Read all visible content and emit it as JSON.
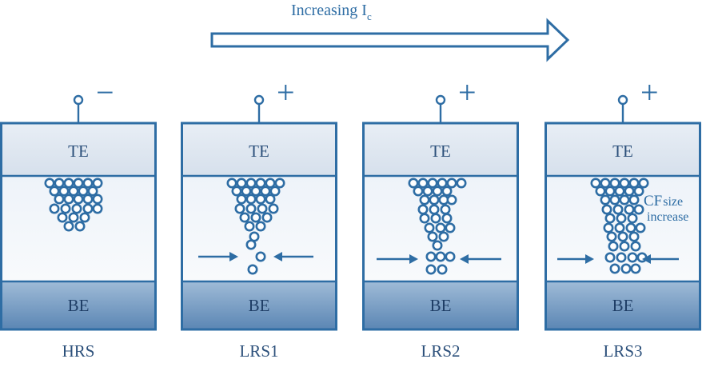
{
  "header": {
    "caption": "Increasing I",
    "caption_sub": "c"
  },
  "colors": {
    "stroke": "#2e6da4",
    "te_fill": "#dfe7f1",
    "be_fill_top": "#9fbbd7",
    "be_fill_bottom": "#5b86b4",
    "oxide_fill": "#f4f7fb"
  },
  "cells": [
    {
      "state_label": "HRS",
      "polarity": "−",
      "te_label": "TE",
      "be_label": "BE",
      "annotation": "",
      "annotation_sub": "",
      "annotation_line2": ""
    },
    {
      "state_label": "LRS1",
      "polarity": "+",
      "te_label": "TE",
      "be_label": "BE",
      "annotation": "",
      "annotation_sub": "",
      "annotation_line2": ""
    },
    {
      "state_label": "LRS2",
      "polarity": "+",
      "te_label": "TE",
      "be_label": "BE",
      "annotation": "",
      "annotation_sub": "",
      "annotation_line2": ""
    },
    {
      "state_label": "LRS3",
      "polarity": "+",
      "te_label": "TE",
      "be_label": "BE",
      "annotation": "CF",
      "annotation_sub": "size",
      "annotation_line2": "increase"
    }
  ]
}
